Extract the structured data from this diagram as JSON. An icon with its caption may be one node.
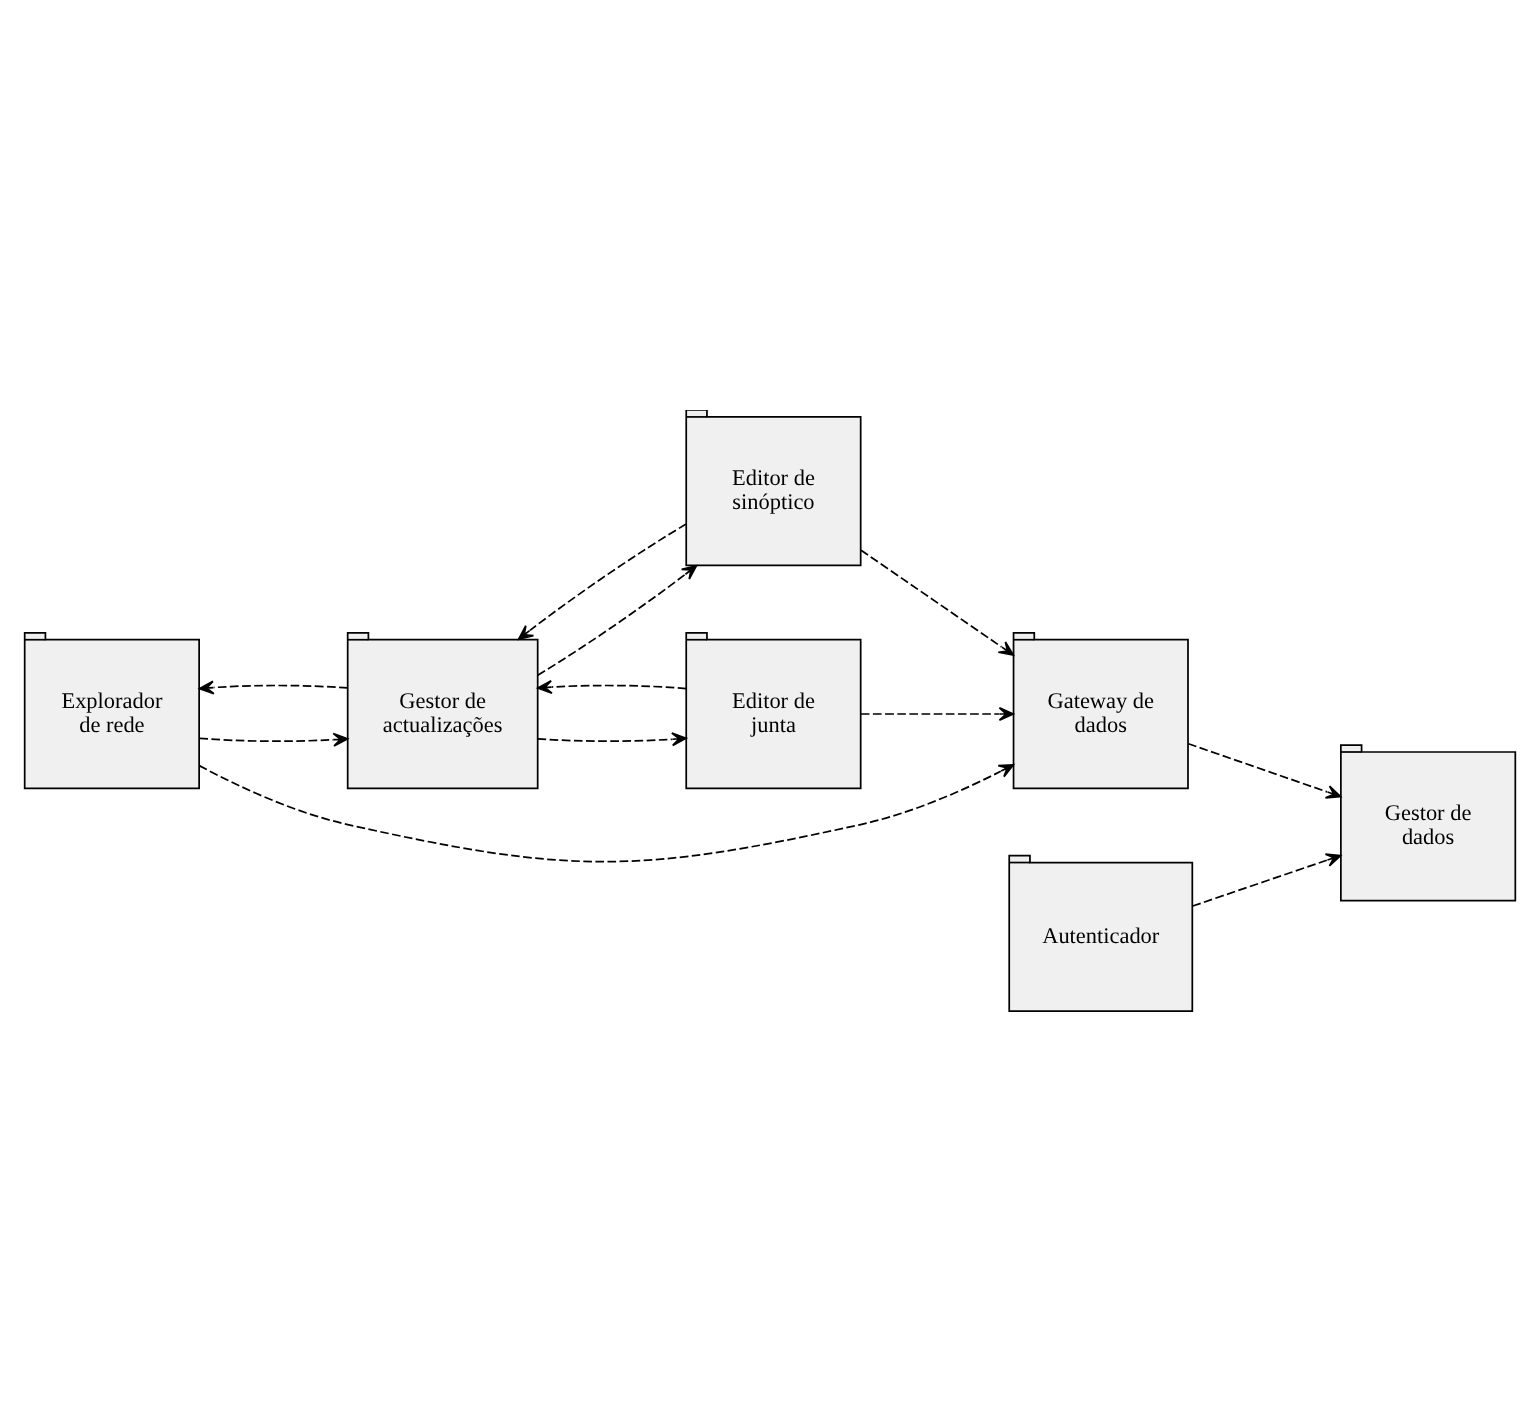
{
  "diagram": {
    "nodes": [
      {
        "text": [
          "Explorador de rede"
        ]
      },
      {
        "text": [
          "Gestor de actualizações"
        ]
      },
      {
        "text": [
          "Editor de sinóptico"
        ]
      },
      {
        "text": [
          "Gateway de dados"
        ]
      },
      {
        "text": [
          "Editor de junta"
        ]
      },
      {
        "text": [
          "Gestor de dados"
        ]
      },
      {
        "text": [
          "Autenticador"
        ]
      }
    ],
    "edges": [
      {
        "from": 0,
        "to": 1,
        "arrow": "to",
        "style": "dashed"
      },
      {
        "from": 1,
        "to": 0,
        "arrow": "to",
        "style": "dashed"
      },
      {
        "from": 1,
        "to": 2,
        "arrow": "to",
        "style": "dashed"
      },
      {
        "from": 2,
        "to": 1,
        "arrow": "to",
        "style": "dashed"
      },
      {
        "from": 1,
        "to": 4,
        "arrow": "to",
        "style": "dashed"
      },
      {
        "from": 4,
        "to": 1,
        "arrow": "to",
        "style": "dashed"
      },
      {
        "from": 0,
        "to": 3,
        "arrow": "to",
        "style": "dashed"
      },
      {
        "from": 2,
        "to": 3,
        "arrow": "to",
        "style": "dashed"
      },
      {
        "from": 4,
        "to": 3,
        "arrow": "to",
        "style": "dashed"
      },
      {
        "from": 3,
        "to": 5,
        "arrow": "to",
        "style": "dashed"
      },
      {
        "from": 6,
        "to": 5,
        "arrow": "to",
        "style": "dashed"
      }
    ]
  }
}
